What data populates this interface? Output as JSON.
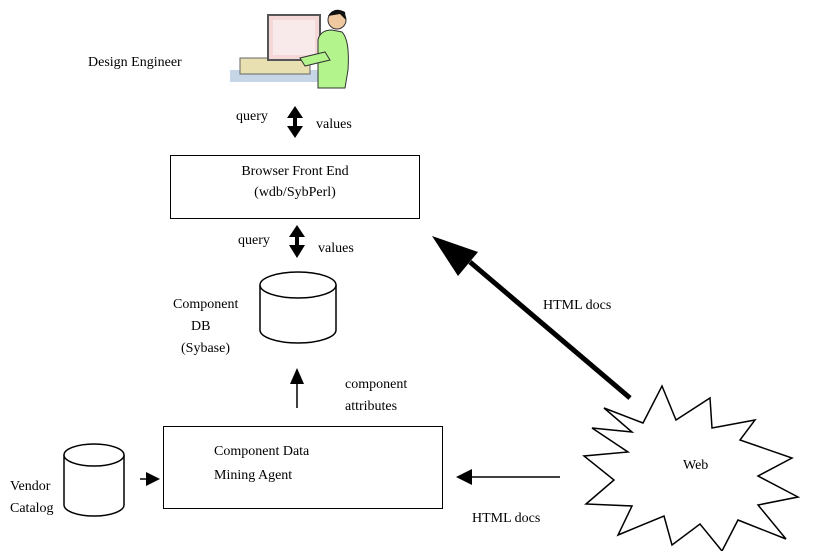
{
  "design_engineer_label": "Design Engineer",
  "top_link": {
    "left": "query",
    "right": "values"
  },
  "browser_front_end": {
    "line1": "Browser Front End",
    "line2": "(wdb/SybPerl)"
  },
  "mid_link": {
    "left": "query",
    "right": "values"
  },
  "component_db": {
    "line1": "Component",
    "line2": "DB",
    "line3": "(Sybase)"
  },
  "attributes_label": {
    "line1": "component",
    "line2": "attributes"
  },
  "mining_agent": {
    "line1": "Component Data",
    "line2": "Mining Agent"
  },
  "vendor_catalog": {
    "line1": "Vendor",
    "line2": "Catalog"
  },
  "web_label": "Web",
  "html_docs_upper": "HTML docs",
  "html_docs_lower": "HTML docs",
  "colors": {
    "line": "#000000",
    "monitor": "#f4d8d8",
    "shirt": "#b3f58c",
    "desk": "#c7d6e6"
  }
}
